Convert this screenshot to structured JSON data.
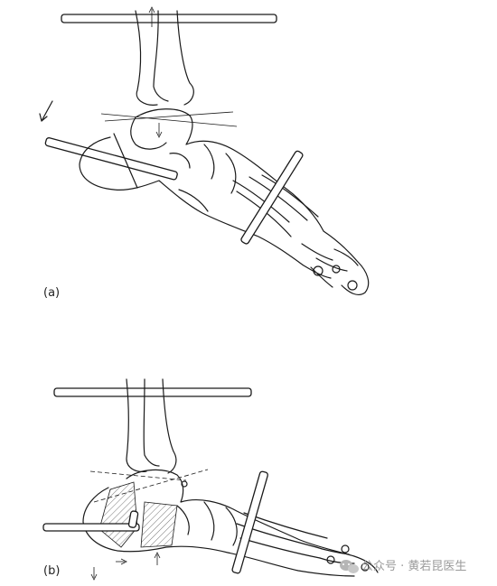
{
  "panels": [
    {
      "id": "a",
      "label": "(a)"
    },
    {
      "id": "b",
      "label": "(b)"
    }
  ],
  "watermark": {
    "text": "公众号 · 黄若昆医生",
    "icon": "wechat-icon"
  }
}
